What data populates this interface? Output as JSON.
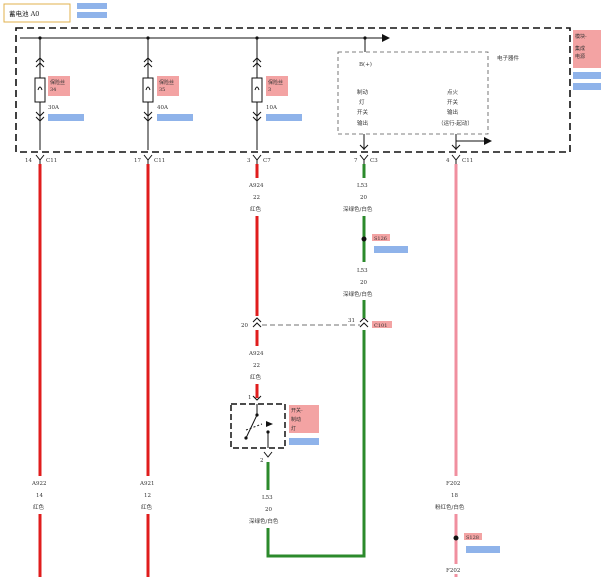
{
  "title_box": {
    "label": "蓄电池 A0"
  },
  "fuses": [
    {
      "id": "fuse1",
      "tag": "保险丝\n34",
      "rating": "30A",
      "pin": "14",
      "conn": "C11",
      "wire_code": "A922",
      "gauge": "14",
      "color_name": "红色"
    },
    {
      "id": "fuse2",
      "tag": "保险丝\n35",
      "rating": "40A",
      "pin": "17",
      "conn": "C11",
      "wire_code": "A921",
      "gauge": "12",
      "color_name": "红色"
    },
    {
      "id": "fuse3",
      "tag": "保险丝\n3",
      "rating": "10A",
      "pin": "3",
      "conn": "C7",
      "wire_code": "A924",
      "gauge": "22",
      "color_name": "红色"
    }
  ],
  "module": {
    "title": "电子器件",
    "b_plus": "B(+)",
    "left_lines": [
      "制动",
      "灯",
      "开关",
      "输出"
    ],
    "right_lines": [
      "点火",
      "开关",
      "输出",
      "（运行-起动）"
    ],
    "right_corner_tag": "模块-\n集成\n电源"
  },
  "green_top": {
    "pin": "7",
    "conn": "C3",
    "code": "L53",
    "gauge": "20",
    "color_name": "深绿色/白色",
    "splice": "S126",
    "code2": "L53",
    "gauge2": "20",
    "color_name2": "深绿色/白色"
  },
  "pink_wire": {
    "pin": "4",
    "conn": "C11",
    "code": "F202",
    "gauge": "18",
    "color_name": "粉红色/白色",
    "splice": "S128",
    "code2": "F202"
  },
  "mid_connector": {
    "left_pin": "20",
    "right_pin": "31",
    "conn": "C101"
  },
  "red_mid": {
    "code": "A924",
    "gauge": "22",
    "color_name": "红色"
  },
  "switch": {
    "top_pin": "1",
    "bottom_pin": "2",
    "tag": "开关-\n制动\n灯"
  },
  "green_bottom": {
    "code": "L53",
    "gauge": "20",
    "color_name": "深绿色/白色"
  }
}
